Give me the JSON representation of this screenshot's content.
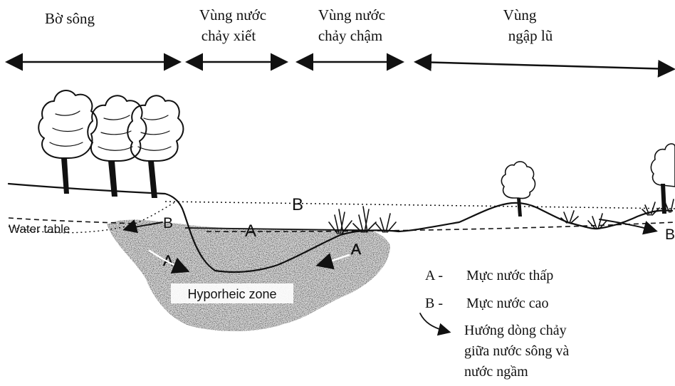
{
  "zones": [
    {
      "line1": "Bờ sông",
      "line2": ""
    },
    {
      "line1": "Vùng nước",
      "line2": "chảy xiết"
    },
    {
      "line1": "Vùng nước",
      "line2": "chảy chậm"
    },
    {
      "line1": "Vùng",
      "line2": "ngập lũ"
    }
  ],
  "labels": {
    "B": "B",
    "A": "A",
    "water_table": "Water table",
    "hyporheic": "Hyporheic zone"
  },
  "legend": {
    "a_key": "A -",
    "a_text": "Mực nước thấp",
    "b_key": "B -",
    "b_text": "Mực nước cao",
    "flow_line1": "Hướng dòng chảy",
    "flow_line2": "giữa nước sông và",
    "flow_line3": "nước ngầm"
  },
  "colors": {
    "ink": "#111111",
    "background": "#ffffff",
    "hyporheic_fill": "#6f6f6f"
  }
}
